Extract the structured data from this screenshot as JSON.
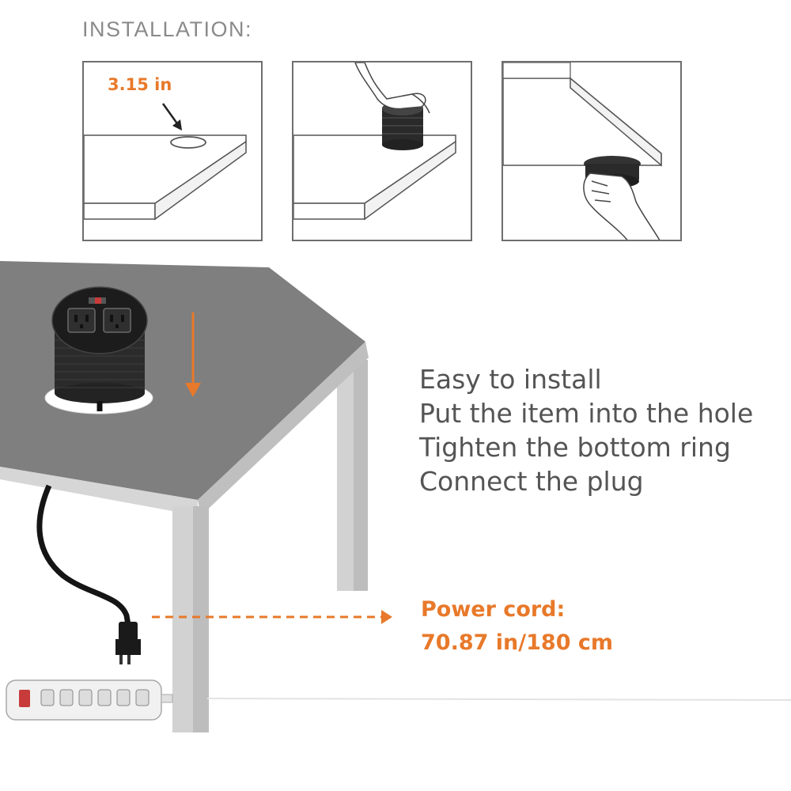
{
  "heading": "INSTALLATION:",
  "steps_panels": {
    "panel1": {
      "dimension_label": "3.15 in",
      "icon": "desk-hole-icon"
    },
    "panel2": {
      "icon": "insert-grommet-icon"
    },
    "panel3": {
      "icon": "tighten-ring-icon"
    }
  },
  "instructions": [
    "Easy to install",
    "Put the item into the hole",
    "Tighten the bottom ring",
    "Connect the plug"
  ],
  "power_cord": {
    "label": "Power cord:",
    "length": "70.87 in/180 cm"
  },
  "colors": {
    "accent": "#e8792a",
    "desk_top": "#7f7f7f",
    "text": "#545454",
    "outline": "#6e6e6e"
  }
}
